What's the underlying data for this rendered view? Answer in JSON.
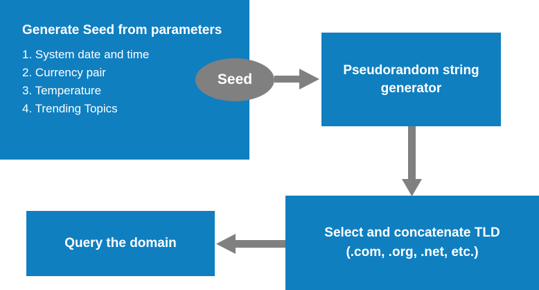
{
  "seed_source": {
    "title": "Generate Seed from parameters",
    "items": [
      "1. System date and time",
      "2. Currency pair",
      "3. Temperature",
      "4. Trending Topics"
    ]
  },
  "seed": {
    "label": "Seed"
  },
  "prng": {
    "label": "Pseudorandom string generator"
  },
  "tld": {
    "line1": "Select and concatenate TLD",
    "line2": "(.com, .org, .net, etc.)"
  },
  "query": {
    "label": "Query the domain"
  },
  "colors": {
    "box": "#0f7fc0",
    "seed_ellipse": "#808080",
    "arrow": "#808080",
    "text": "#ffffff"
  }
}
